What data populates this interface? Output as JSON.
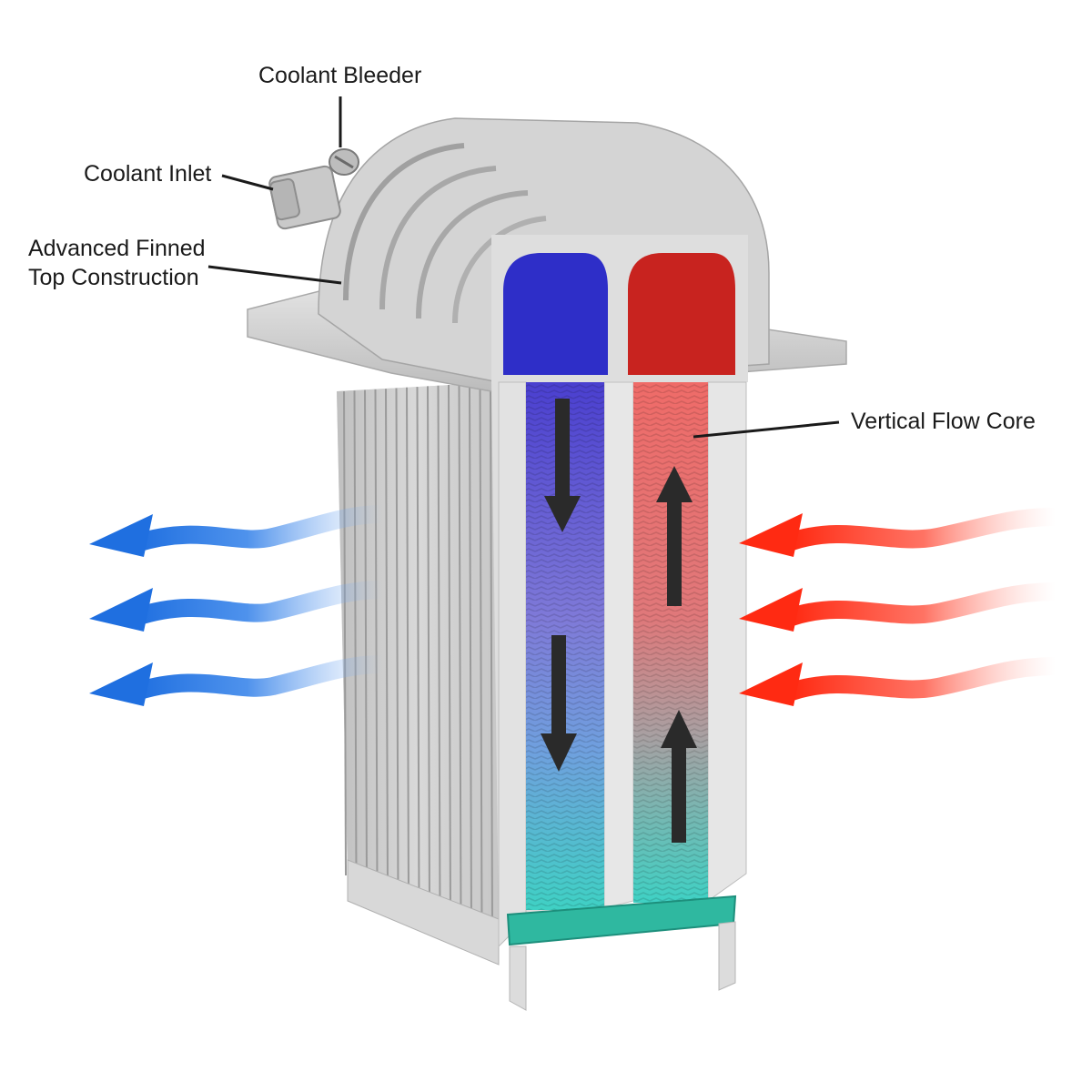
{
  "labels": {
    "coolant_bleeder": "Coolant Bleeder",
    "coolant_inlet": "Coolant Inlet",
    "advanced_finned_line1": "Advanced Finned",
    "advanced_finned_line2": "Top Construction",
    "vertical_flow_core": "Vertical Flow Core"
  },
  "colors": {
    "cold_air": "#1f6fe0",
    "hot_air": "#ff2a12",
    "cold_channel_top": "#2e2ec8",
    "hot_channel_top": "#c8231f",
    "bottom_coolant": "#2fc9b0",
    "flow_arrow": "#2a2a2a",
    "aluminum": "#cfcfcf"
  },
  "icons": {
    "cold_air_arrows": "wavy-left-arrow-icon",
    "hot_air_arrows": "wavy-left-arrow-icon",
    "down_flow": "arrow-down-icon",
    "up_flow": "arrow-up-icon"
  }
}
